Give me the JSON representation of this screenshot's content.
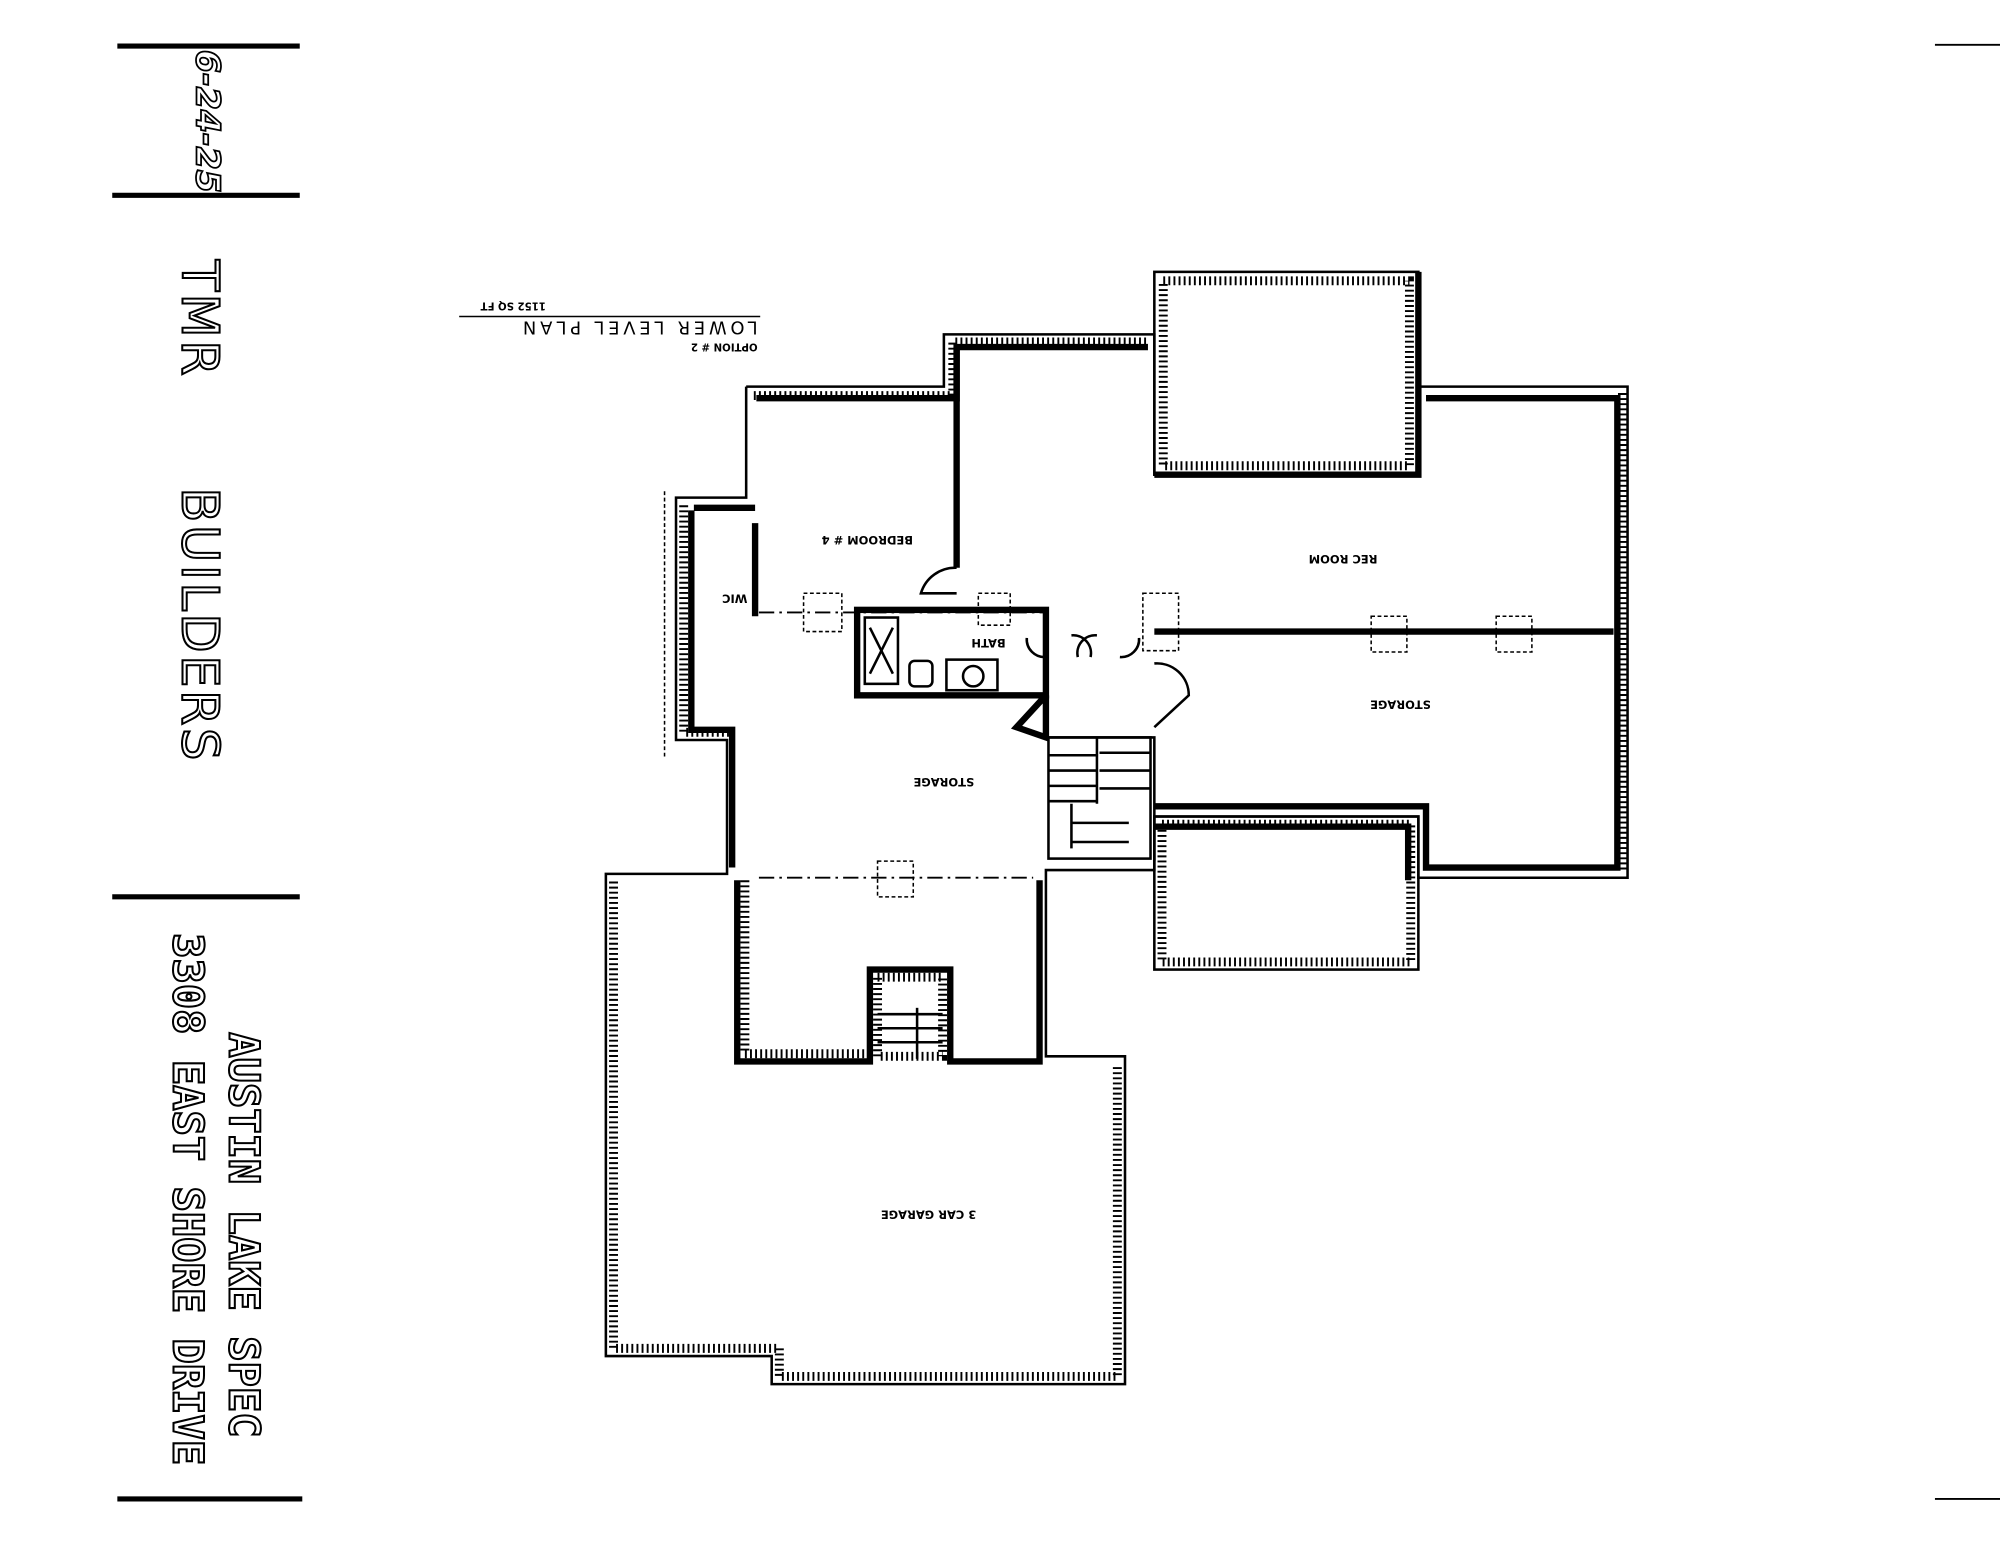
{
  "title_block": {
    "date": "6-24-25",
    "company_line1": "TMR",
    "company_line2": "BUILDERS",
    "project_name": "AUSTIN LAKE SPEC",
    "address": "3308 EAST SHORE DRIVE"
  },
  "plan": {
    "option": "OPTION # 2",
    "title": "LOWER   LEVEL   PLAN",
    "area": "1152 SQ FT",
    "rooms": {
      "bedroom": "BEDROOM # 4",
      "wic": "WIC",
      "bath": "BATH",
      "rec_room": "REC ROOM",
      "storage_right": "STORAGE",
      "storage_left": "STORAGE",
      "garage": "3 CAR GARAGE"
    }
  }
}
